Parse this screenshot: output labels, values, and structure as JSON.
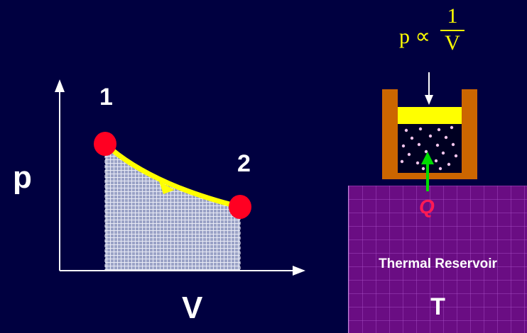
{
  "diagram": {
    "axis_y_label": "p",
    "axis_x_label": "V",
    "point_1_label": "1",
    "point_2_label": "2"
  },
  "formula": {
    "lhs": "p ∝",
    "numerator": "1",
    "denominator": "V"
  },
  "heat_label": "Q",
  "reservoir": {
    "label": "Thermal Reservoir",
    "temperature_label": "T"
  },
  "colors": {
    "background": "#000040",
    "curve": "#ffff00",
    "points": "#ff0022",
    "piston": "#ffff00",
    "cylinder": "#cc6600",
    "reservoir": "#6a0d83",
    "heat_arrow": "#00dd00",
    "heat_label": "#ff1a55"
  }
}
